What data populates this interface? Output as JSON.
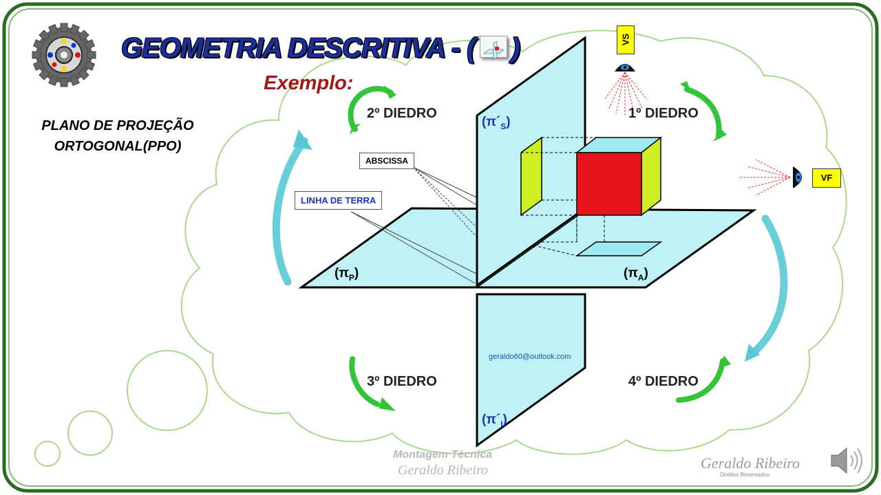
{
  "title": {
    "main": "GEOMETRIA DESCRITIVA - (",
    "close": ")"
  },
  "subtitle": "Exemplo:",
  "side_heading": {
    "line1": "PLANO DE PROJEÇÃO",
    "line2": "ORTOGONAL(PPO)"
  },
  "diedros": {
    "d1": "1º DIEDRO",
    "d2": "2º DIEDRO",
    "d3": "3º DIEDRO",
    "d4": "4º DIEDRO"
  },
  "labels": {
    "abscissa": "ABSCISSA",
    "linha_terra": "LINHA DE TERRA"
  },
  "planes": {
    "superior": {
      "base": "(π´",
      "sub": "S",
      "close": ")"
    },
    "inferior": {
      "base": "(π´",
      "sub": "I",
      "close": ")"
    },
    "posterior": {
      "base": "(π",
      "sub": "P",
      "close": ")"
    },
    "anterior": {
      "base": "(π",
      "sub": "A",
      "close": ")"
    }
  },
  "views": {
    "top": "VS",
    "front": "VF"
  },
  "email": "geraldo60@outlook.com",
  "credits": {
    "line1": "Montagem Técnica",
    "line2": "Geraldo Ribeiro"
  },
  "signature": {
    "name": "Geraldo Ribeiro",
    "rights": "Direitos Reservados"
  },
  "colors": {
    "frame": "#2d6b22",
    "plane": "#bff2f6",
    "cube_front": "#e8141c",
    "cube_side": "#ccee22",
    "cube_top": "#9eeaf0",
    "cloud": "#a9d98a",
    "arrow_green": "#34c43a",
    "arrow_cyan": "#56c9d6",
    "title": "#1a2f9a",
    "subtitle": "#a01818",
    "tag": "#ffff00"
  },
  "icons": [
    "gear-logo-icon",
    "eye-icon",
    "speaker-icon",
    "plane-thumbnail-icon"
  ]
}
